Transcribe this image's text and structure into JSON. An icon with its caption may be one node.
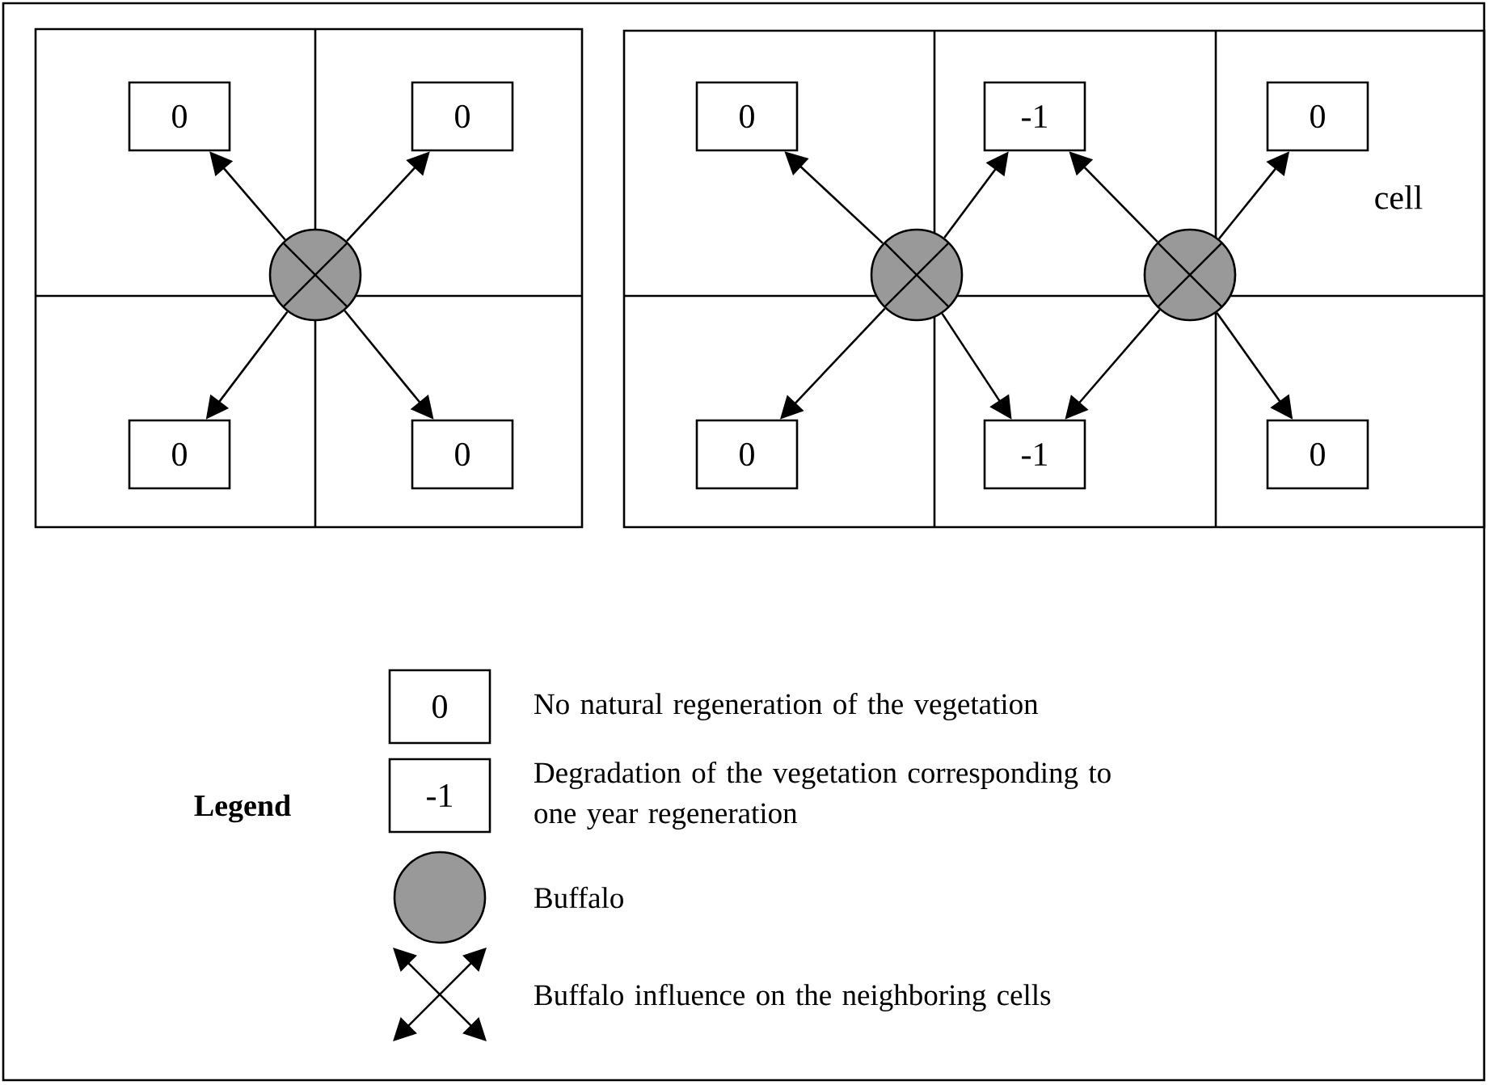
{
  "diagram": {
    "nodes": [
      {
        "text": [
          "0"
        ]
      },
      {
        "text": [
          "0"
        ]
      },
      {
        "text": [
          "0"
        ]
      },
      {
        "text": [
          "-1"
        ]
      },
      {
        "text": [
          "0"
        ]
      },
      {
        "text": [],
        "shape": "circle"
      },
      {
        "text": [],
        "shape": "circle"
      },
      {
        "text": [],
        "shape": "circle"
      },
      {
        "text": [
          "0"
        ]
      },
      {
        "text": [
          "0"
        ]
      },
      {
        "text": [
          "0"
        ]
      },
      {
        "text": [
          "-1"
        ]
      },
      {
        "text": [
          "0"
        ]
      }
    ],
    "edges": [
      {
        "from": 5,
        "to": 0,
        "arrow": "to"
      },
      {
        "from": 5,
        "to": 1,
        "arrow": "to"
      },
      {
        "from": 5,
        "to": 8,
        "arrow": "to"
      },
      {
        "from": 5,
        "to": 9,
        "arrow": "to"
      },
      {
        "from": 6,
        "to": 2,
        "arrow": "to"
      },
      {
        "from": 6,
        "to": 3,
        "arrow": "to"
      },
      {
        "from": 6,
        "to": 10,
        "arrow": "to"
      },
      {
        "from": 6,
        "to": 11,
        "arrow": "to"
      },
      {
        "from": 7,
        "to": 3,
        "arrow": "to"
      },
      {
        "from": 7,
        "to": 4,
        "arrow": "to"
      },
      {
        "from": 7,
        "to": 11,
        "arrow": "to"
      },
      {
        "from": 7,
        "to": 12,
        "arrow": "to"
      }
    ],
    "labels": [
      "cell",
      "0",
      "Legend",
      "-1"
    ],
    "legend": [
      {
        "text": "No natural regeneration of the vegetation"
      },
      {
        "text": "Degradation of the vegetation corresponding to one year regeneration"
      },
      {
        "text": "Buffalo"
      },
      {
        "text": "Buffalo influence on the neighboring cells"
      }
    ]
  }
}
